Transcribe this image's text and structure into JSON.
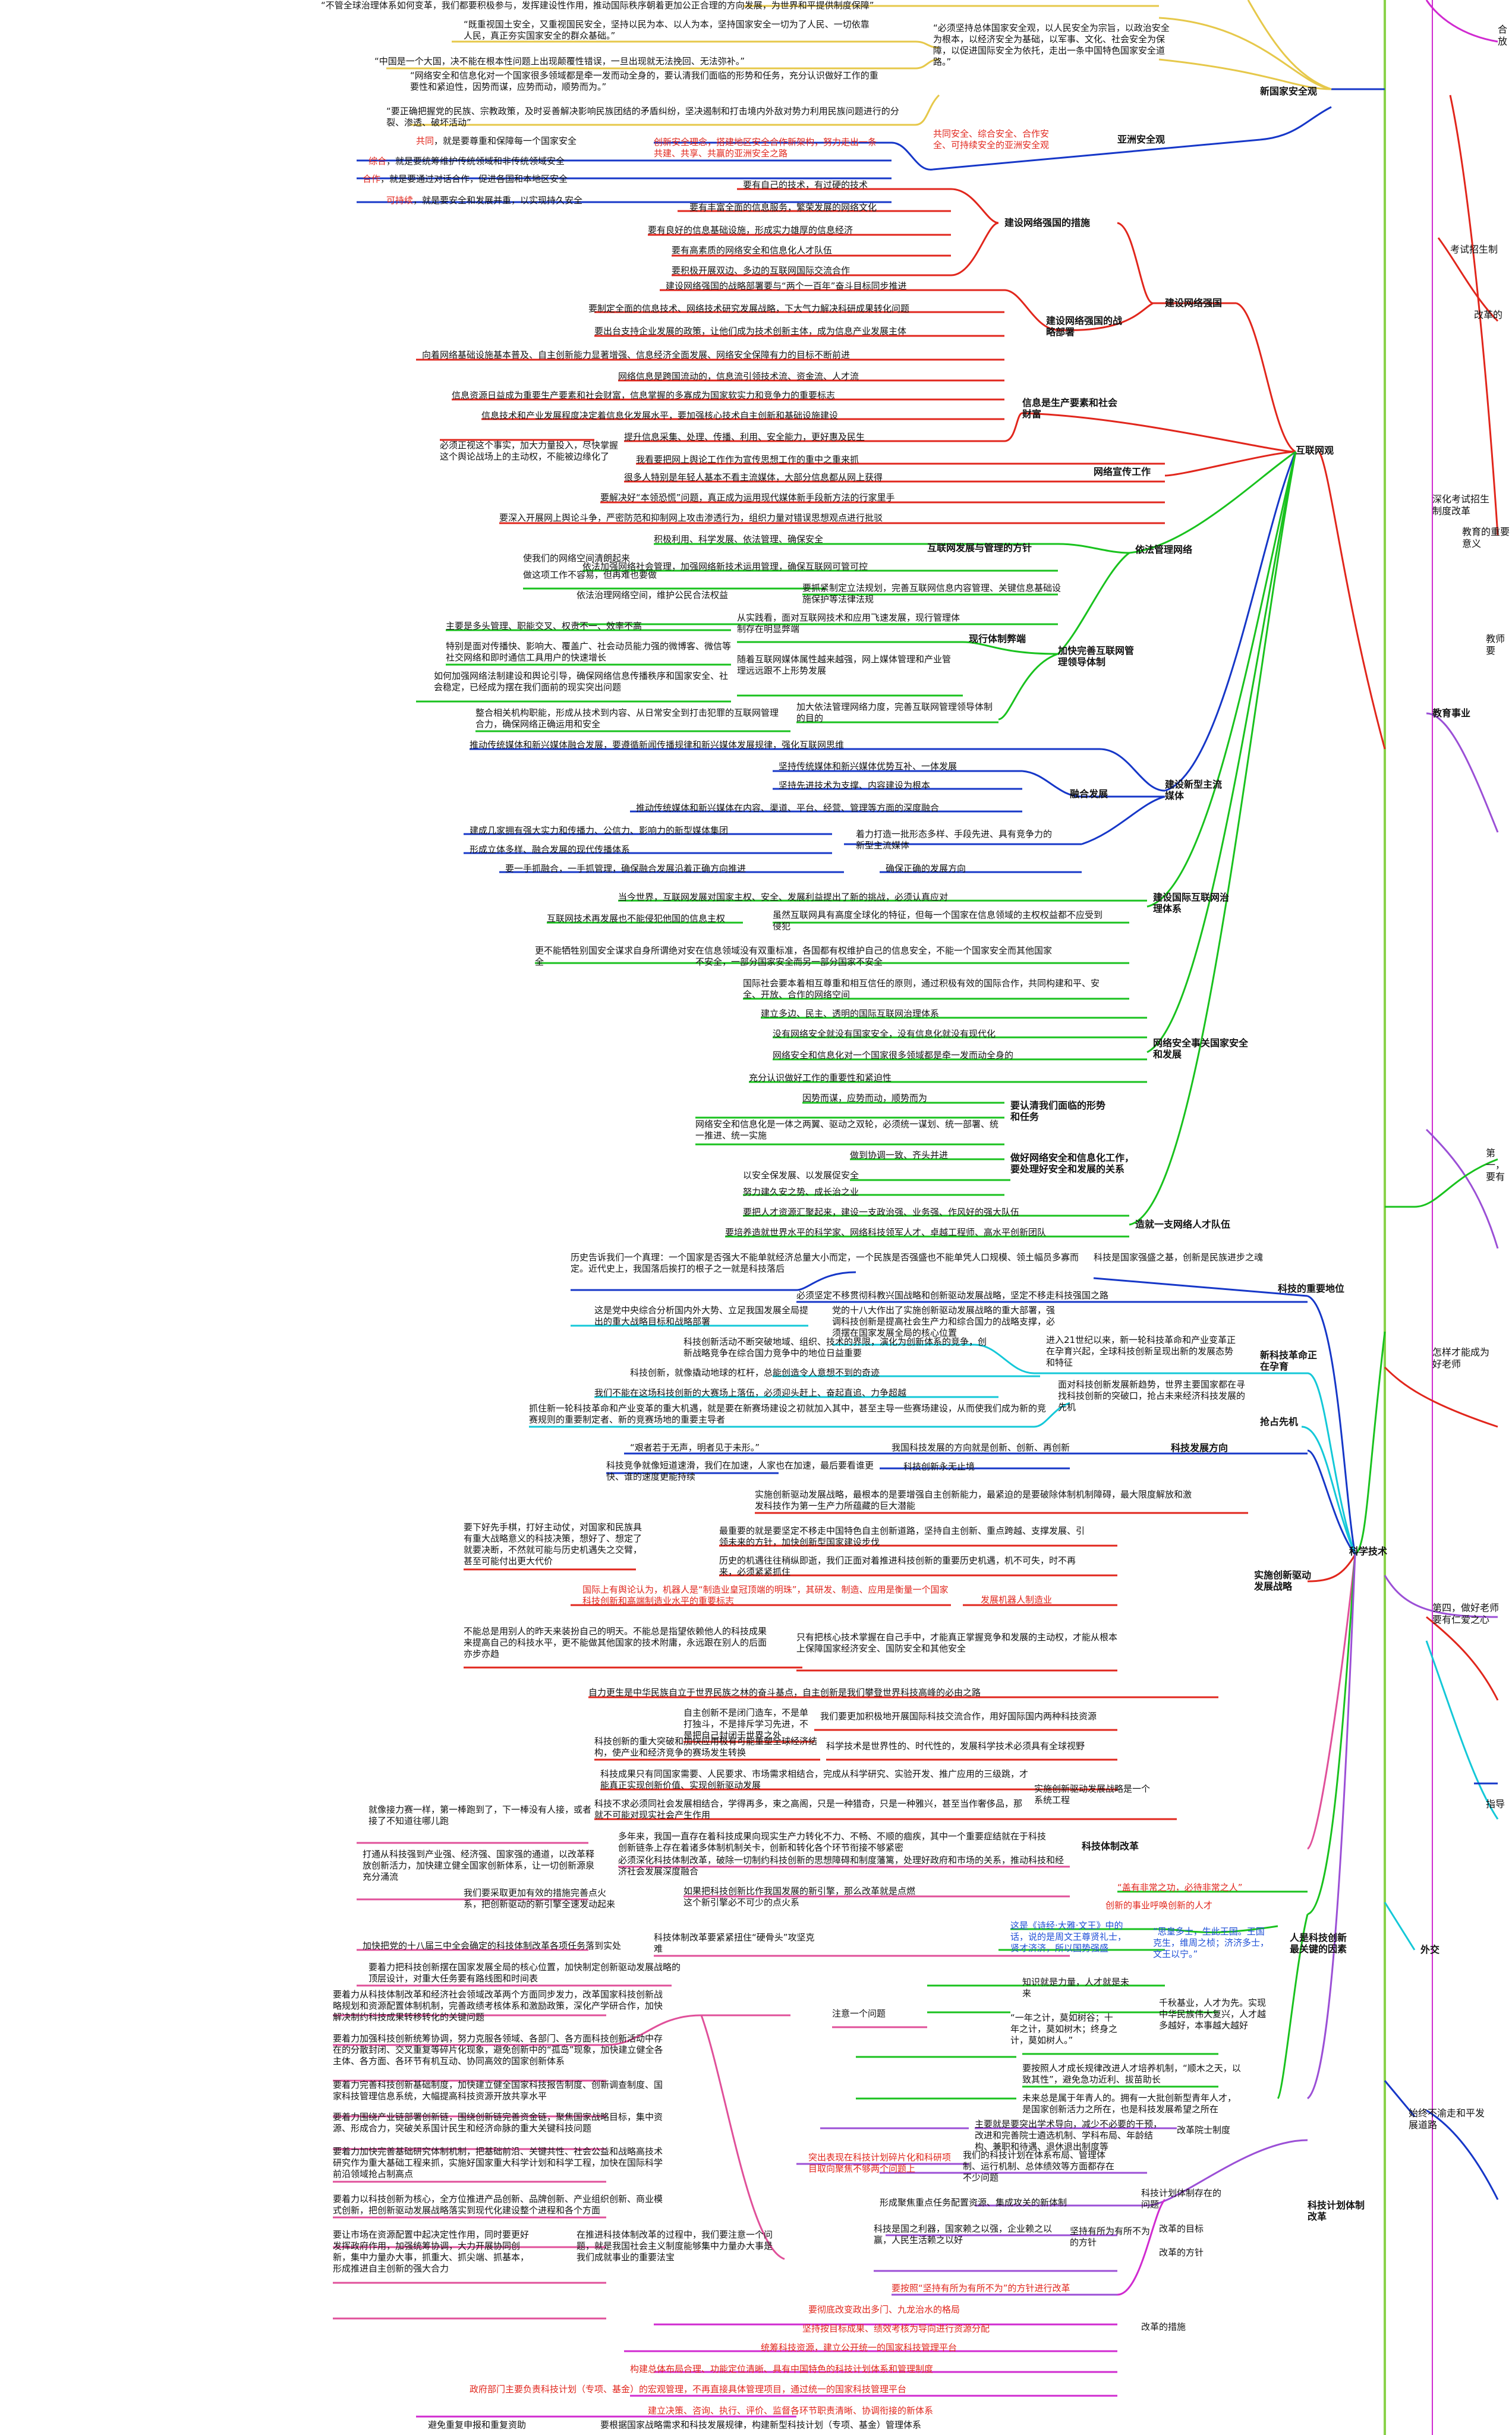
{
  "colors": {
    "red": "#e1261c",
    "green": "#19c21e",
    "blue": "#1637c8",
    "cyan": "#14c8d8",
    "gold": "#e6c84a",
    "purple": "#9b4fd6",
    "pink": "#e0509a",
    "magenta": "#d02ad0",
    "trunk": "#8ad24a"
  },
  "top": {
    "t1": "“不管全球治理体系如何变革，我们都要积极参与，发挥建设性作用，推动国际秩序朝着更加公正合理的方向发展，为世界和平提供制度保障”",
    "t2": "“既重视国土安全，又重视国民安全，坚持以民为本、以人为本，坚持国家安全一切为了人民、一切依靠人民，真正夯实国家安全的群众基础。”",
    "t3": "“必须坚持总体国家安全观，以人民安全为宗旨，以政治安全为根本，以经济安全为基础，以军事、文化、社会安全为保障，以促进国际安全为依托，走出一条中国特色国家安全道路。”",
    "t4": "“中国是一个大国，决不能在根本性问题上出现颠覆性错误，一旦出现就无法挽回、无法弥补。”",
    "t5": "“网络安全和信息化对一个国家很多领域都是牵一发而动全身的，要认清我们面临的形势和任务，充分认识做好工作的重要性和紧迫性，因势而谋，应势而动，顺势而为。”",
    "t6": "“要正确把握党的民族、宗教政策，及时妥善解决影响民族团结的矛盾纠纷，坚决遏制和打击境内外敌对势力利用民族问题进行的分裂、渗透、破坏活动”",
    "national_security": "新国家安全观",
    "asia1": "创新安全理念，搭建地区安全合作新架构，努力走出一条共建、共享、共赢的亚洲安全之路",
    "asia2": "共同安全、综合安全、合作安全、可持续安全的亚洲安全观",
    "asia_security": "亚洲安全观",
    "k1a": "共同",
    "k1b": "，就是要尊重和保障每一个国家安全",
    "k2a": "综合",
    "k2b": "，就是要统筹维护传统领域和非传统领域安全",
    "k3a": "合作",
    "k3b": "，就是要通过对话合作，促进各国和本地区安全",
    "k4a": "可持续",
    "k4b": "，就是要安全和发展并重，以实现持久安全"
  },
  "internet": {
    "label": "互联网观",
    "build": "建设网络强国",
    "measures": "建设网络强国的措施",
    "m1": "要有自己的技术，有过硬的技术",
    "m2": "要有丰富全面的信息服务，繁荣发展的网络文化",
    "m3": "要有良好的信息基础设施，形成实力雄厚的信息经济",
    "m4": "要有高素质的网络安全和信息化人才队伍",
    "m5": "要积极开展双边、多边的互联网国际交流合作",
    "strategy": "建设网络强国的战略部署",
    "s1": "建设网络强国的战略部署要与“两个一百年”奋斗目标同步推进",
    "s2": "要制定全面的信息技术、网络技术研究发展战略，下大气力解决科研成果转化问题",
    "s3": "要出台支持企业发展的政策，让他们成为技术创新主体，成为信息产业发展主体",
    "s4": "向着网络基础设施基本普及、自主创新能力显著增强、信息经济全面发展、网络安全保障有力的目标不断前进",
    "info": "信息是生产要素和社会财富",
    "i1": "网络信息是跨国流动的，信息流引领技术流、资金流、人才流",
    "i2": "信息资源日益成为重要生产要素和社会财富，信息掌握的多寡成为国家软实力和竞争力的重要标志",
    "i3": "信息技术和产业发展程度决定着信息化发展水平，要加强核心技术自主创新和基础设施建设",
    "i4": "提升信息采集、处理、传播、利用、安全能力，更好惠及民生",
    "propaganda": "网络宣传工作",
    "p0": "必须正视这个事实，加大力量投入，尽快掌握这个舆论战场上的主动权，不能被边缘化了",
    "p1": "我看要把网上舆论工作作为宣传思想工作的重中之重来抓",
    "p2": "很多人特别是年轻人基本不看主流媒体，大部分信息都从网上获得",
    "p3": "要解决好“本领恐慌”问题，真正成为运用现代媒体新手段新方法的行家里手",
    "p4": "要深入开展网上舆论斗争，严密防范和抑制网上攻击渗透行为，组织力量对错误思想观点进行批驳",
    "law": "依法管理网络",
    "l_dev": "互联网发展与管理的方针",
    "l1": "积极利用、科学发展、依法管理、确保安全",
    "l2": "依法加强网络社会管理，加强网络新技术运用管理，确保互联网可管可控",
    "l3": "使我们的网络空间清朗起来",
    "l4": "做这项工作不容易，但再难也要做",
    "l5": "要抓紧制定立法规划，完善互联网信息内容管理、关键信息基础设施保护等法律法规",
    "l6": "依法治理网络空间，维护公民合法权益",
    "l_improve": "加快完善互联网管理领导体制",
    "l_now": "现行体制弊端",
    "l7": "主要是多头管理、职能交叉、权责不一、效率不高",
    "l8": "从实践看，面对互联网技术和应用飞速发展，现行管理体制存在明显弊端",
    "l9": "特别是面对传播快、影响大、覆盖广、社会动员能力强的微博客、微信等社交网络和即时通信工具用户的快速增长",
    "l10": "如何加强网络法制建设和舆论引导，确保网络信息传播秩序和国家安全、社会稳定，已经成为摆在我们面前的现实突出问题",
    "l11": "随着互联网媒体属性越来越强，网上媒体管理和产业管理远远跟不上形势发展",
    "l12": "加大依法管理网络力度，完善互联网管理领导体制的目的",
    "l13": "整合相关机构职能，形成从技术到内容、从日常安全到打击犯罪的互联网管理合力，确保网络正确运用和安全",
    "media": "建设新型主流媒体",
    "md0": "推动传统媒体和新兴媒体融合发展，要遵循新闻传播规律和新兴媒体发展规律，强化互联网思维",
    "md1": "坚持传统媒体和新兴媒体优势互补、一体发展",
    "md2": "坚持先进技术为支撑、内容建设为根本",
    "md_fuse": "融合发展",
    "md3": "推动传统媒体和新兴媒体在内容、渠道、平台、经营、管理等方面的深度融合",
    "md4": "建成几家拥有强大实力和传播力、公信力、影响力的新型媒体集团",
    "md5": "形成立体多样、融合发展的现代传播体系",
    "md6": "着力打造一批形态多样、手段先进、具有竞争力的新型主流媒体",
    "md7": "要一手抓融合，一手抓管理，确保融合发展沿着正确方向推进",
    "md8": "确保正确的发展方向",
    "gov": "建设国际互联网治理体系",
    "g1": "当今世界，互联网发展对国家主权、安全、发展利益提出了新的挑战，必须认真应对",
    "g2": "互联网技术再发展也不能侵犯他国的信息主权",
    "g3": "虽然互联网具有高度全球化的特征，但每一个国家在信息领域的主权权益都不应受到侵犯",
    "g4": "更不能牺牲别国安全谋求自身所谓绝对安全",
    "g5": "在信息领域没有双重标准，各国都有权维护自己的信息安全，不能一个国家安全而其他国家不安全，一部分国家安全而另一部分国家不安全",
    "g6": "国际社会要本着相互尊重和相互信任的原则，通过积极有效的国际合作，共同构建和平、安全、开放、合作的网络空间",
    "g7": "建立多边、民主、透明的国际互联网治理体系",
    "sec": "网络安全事关国家安全和发展",
    "sc1": "没有网络安全就没有国家安全，没有信息化就没有现代化",
    "sc2": "网络安全和信息化对一个国家很多领域都是牵一发而动全身的",
    "sc3": "充分认识做好工作的重要性和紧迫性",
    "sc4": "要认清我们面临的形势和任务",
    "sc5": "因势而谋，应势而动，顺势而为",
    "sc6": "网络安全和信息化是一体之两翼、驱动之双轮，必须统一谋划、统一部署、统一推进、统一实施",
    "sc7": "做好网络安全和信息化工作，要处理好安全和发展的关系",
    "sc8": "做到协调一致、齐头并进",
    "sc9": "以安全保发展、以发展促安全",
    "sc10": "努力建久安之势、成长治之业",
    "talent": "造就一支网络人才队伍",
    "ta1": "要把人才资源汇聚起来，建设一支政治强、业务强、作风好的强大队伍",
    "ta2": "要培养造就世界水平的科学家、网络科技领军人才、卓越工程师、高水平创新团队"
  },
  "science": {
    "label": "科学技术",
    "position": "科技的重要地位",
    "sp1": "历史告诉我们一个真理：一个国家是否强大不能单就经济总量大小而定，一个民族是否强盛也不能单凭人口规模、领土幅员多寡而定。近代史上，我国落后挨打的根子之一就是科技落后",
    "sp2": "科技是国家强盛之基，创新是民族进步之魂",
    "sp3": "必须坚定不移贯彻科教兴国战略和创新驱动发展战略，坚定不移走科技强国之路",
    "rev": "新科技革命正在孕育",
    "sr1": "这是党中央综合分析国内外大势、立足我国发展全局提出的重大战略目标和战略部署",
    "sr2": "党的十八大作出了实施创新驱动发展战略的重大部署，强调科技创新是提高社会生产力和综合国力的战略支撑，必须摆在国家发展全局的核心位置",
    "sr3": "科技创新活动不断突破地域、组织、技术的界限，演化为创新体系的竞争，创新战略竞争在综合国力竞争中的地位日益重要",
    "sr4": "进入21世纪以来，新一轮科技革命和产业变革正在孕育兴起，全球科技创新呈现出新的发展态势和特征",
    "sr5": "科技创新，就像撬动地球的杠杆，总能创造令人意想不到的奇迹",
    "seize": "抢占先机",
    "ss1": "我们不能在这场科技创新的大赛场上落伍，必须迎头赶上、奋起直追、力争超越",
    "ss2": "抓住新一轮科技革命和产业变革的重大机遇，就是要在新赛场建设之初就加入其中，甚至主导一些赛场建设，从而使我们成为新的竞赛规则的重要制定者、新的竞赛场地的重要主导者",
    "ss3": "面对科技创新发展新趋势，世界主要国家都在寻找科技创新的突破口，抢占未来经济科技发展的先机",
    "dir": "科技发展方向",
    "sd1": "“艰者若于无声，明者见于未形。”",
    "sd2": "我国科技发展的方向就是创新、创新、再创新",
    "sd3": "科技竞争就像短道速滑，我们在加速，人家也在加速，最后要看谁更快、谁的速度更能持续",
    "sd4": "科技创新永无止境",
    "drive": "实施创新驱动发展战略",
    "sv1": "实施创新驱动发展战略，最根本的是要增强自主创新能力，最紧迫的是要破除体制机制障碍，最大限度解放和激发科技作为第一生产力所蕴藏的巨大潜能",
    "sv2": "要下好先手棋，打好主动仗，对国家和民族具有重大战略意义的科技决策，想好了、想定了就要决断，不然就可能与历史机遇失之交臂，甚至可能付出更大代价",
    "sv3": "最重要的就是要坚定不移走中国特色自主创新道路，坚持自主创新、重点跨越、支撑发展、引领未来的方针，加快创新型国家建设步伐",
    "sv4": "历史的机遇往往稍纵即逝，我们正面对着推进科技创新的重要历史机遇，机不可失，时不再来，必须紧紧抓住",
    "robot1": "国际上有舆论认为，机器人是“制造业皇冠顶端的明珠”，其研发、制造、应用是衡量一个国家科技创新和高端制造业水平的重要标志",
    "robot2": "发展机器人制造业",
    "sv5": "不能总是用别人的昨天来装扮自己的明天。不能总是指望依赖他人的科技成果来提高自己的科技水平，更不能做其他国家的技术附庸，永远跟在别人的后面亦步亦趋",
    "sv6": "只有把核心技术掌握在自己手中，才能真正掌握竞争和发展的主动权，才能从根本上保障国家经济安全、国防安全和其他安全",
    "sv7": "自力更生是中华民族自立于世界民族之林的奋斗基点，自主创新是我们攀登世界科技高峰的必由之路",
    "sv8": "自主创新不是闭门造车，不是单打独斗，不是排斥学习先进，不是把自己封闭于世界之外",
    "sv9": "我们要更加积极地开展国际科技交流合作，用好国际国内两种科技资源",
    "sv10": "科技创新的重大突破和加快应用极有可能重塑全球经济结构，使产业和经济竞争的赛场发生转换",
    "sv11": "科学技术是世界性的、时代性的，发展科学技术必须具有全球视野",
    "sys": "实施创新驱动发展战略是一个系统工程",
    "sy1": "科技成果只有同国家需要、人民要求、市场需求相结合，完成从科学研究、实验开发、推广应用的三级跳，才能真正实现创新价值、实现创新驱动发展",
    "sy2": "科技不求必须同社会发展相结合，学得再多，束之高阁，只是一种猎奇，只是一种雅兴，甚至当作奢侈品，那就不可能对现实社会产生作用",
    "sy3": "就像接力赛一样，第一棒跑到了，下一棒没有人接，或者接了不知道往哪儿跑",
    "sy4": "多年来，我国一直存在着科技成果向现实生产力转化不力、不畅、不顺的痼疾，其中一个重要症结就在于科技创新链条上存在着诸多体制机制关卡，创新和转化各个环节衔接不够紧密",
    "reform": "科技体制改革",
    "rf1": "打通从科技强到产业强、经济强、国家强的通道，以改革释放创新活力，加快建立健全国家创新体系，让一切创新源泉充分涌流",
    "rf2": "必须深化科技体制改革，破除一切制约科技创新的思想障碍和制度藩篱，处理好政府和市场的关系，推动科技和经济社会发展深度融合",
    "rf3": "如果把科技创新比作我国发展的新引擎，那么改革就是点燃这个新引擎必不可少的点火系",
    "rf4": "我们要采取更加有效的措施完善点火系，把创新驱动的新引擎全速发动起来",
    "rf_break": "科技体制改革要紧紧扭住“硬骨头”攻坚克难",
    "rf5": "加快把党的十八届三中全会确定的科技体制改革各项任务落到实处",
    "rf_note": "注意一个问题",
    "rf6": "要着力把科技创新摆在国家发展全局的核心位置，加快制定创新驱动发展战略的顶层设计，对重大任务要有路线图和时间表",
    "rf7": "要着力从科技体制改革和经济社会领域改革两个方面同步发力，改革国家科技创新战略规划和资源配置体制机制，完善政绩考核体系和激励政策，深化产学研合作，加快解决制约科技成果转移转化的关键问题",
    "rf8": "要着力加强科技创新统筹协调，努力克服各领域、各部门、各方面科技创新活动中存在的分散封闭、交叉重复等碎片化现象，避免创新中的“孤岛”现象，加快建立健全各主体、各方面、各环节有机互动、协同高效的国家创新体系",
    "rf9": "要着力完善科技创新基础制度，加快建立健全国家科技报告制度、创新调查制度、国家科技管理信息系统，大幅提高科技资源开放共享水平",
    "rf10": "要着力围绕产业链部署创新链，围绕创新链完善资金链，聚焦国家战略目标，集中资源、形成合力，突破关系国计民生和经济命脉的重大关键科技问题",
    "rf11": "要着力加快完善基础研究体制机制，把基础前沿、关键共性、社会公益和战略高技术研究作为重大基础工程来抓，实施好国家重大科学计划和科学工程，加快在国际科学前沿领域抢占制高点",
    "rf12": "要着力以科技创新为核心，全方位推进产品创新、品牌创新、产业组织创新、商业模式创新，把创新驱动发展战略落实到现代化建设整个进程和各个方面",
    "rf13": "要让市场在资源配置中起决定性作用，同时要更好发挥政府作用，加强统筹协调，大力开展协同创新，集中力量办大事，抓重大、抓尖端、抓基本，形成推进自主创新的强大合力",
    "rf14": "在推进科技体制改革的过程中，我们要注意一个问题，就是我国社会主义制度能够集中力量办大事是我们成就事业的重要法宝",
    "people": "人是科技创新最关键的因素",
    "pp1": "“盖有非常之功，必待非常之人”",
    "pp2": "创新的事业呼唤创新的人才",
    "pp3": "这是《诗经·大雅·文王》中的话，说的是周文王尊贤礼士，贤才济济，所以国势强盛",
    "pp4": "“思皇多士，生此王国。王国克生，维周之桢；济济多士，文王以宁。”",
    "pp5": "知识就是力量，人才就是未来",
    "pp6": "“一年之计，莫如树谷；十年之计，莫如树木；终身之计，莫如树人。”",
    "pp7": "千秋基业，人才为先。实现中华民族伟大复兴，人才越多越好，本事越大越好",
    "pp8": "要按照人才成长规律改进人才培养机制，“顺木之天，以致其性”，避免急功近利、拔苗助长",
    "pp9": "未来总是属于年青人的。拥有一大批创新型青年人才，是国家创新活力之所在，也是科技发展希望之所在",
    "pp10": "改革院士制度",
    "pp11": "主要就是要突出学术导向，减少不必要的干预，改进和完善院士遴选机制、学科布局、年龄结构、兼职和待遇、退休退出制度等",
    "plan": "科技计划体制改革",
    "pl_exist": "科技计划体制存在的问题",
    "pl1": "突出表现在科技计划碎片化和科研项目取向聚焦不够两个问题上",
    "pl2": "我们的科技计划在体系布局、管理体制、运行机制、总体绩效等方面都存在不少问题",
    "pl3": "形成聚焦重点任务配置资源、集成攻关的新体制",
    "pl_goal": "改革的目标",
    "pl4": "科技是国之利器，国家赖之以强，企业赖之以赢，人民生活赖之以好",
    "pl5": "坚持有所为有所不为的方针",
    "pl_way": "改革的方针",
    "pl_meas": "改革的措施",
    "pl6": "要按照“坚持有所为有所不为”的方针进行改革",
    "pl7": "要彻底改变政出多门、九龙治水的格局",
    "pl8": "坚持按目标成果、绩效考核为导向进行资源分配",
    "pl9": "统筹科技资源，建立公开统一的国家科技管理平台",
    "pl10": "构建总体布局合理、功能定位清晰、具有中国特色的科技计划体系和管理制度",
    "pl11": "政府部门主要负责科技计划（专项、基金）的宏观管理，不再直接具体管理项目，通过统一的国家科技管理平台",
    "pl12": "建立决策、咨询、执行、评价、监督各环节职责清晰、协调衔接的新体系",
    "pl13": "要根据国家战略需求和科技发展规律，构建新型科技计划（专项、基金）管理体系",
    "pl14": "避免重复申报和重复资助"
  },
  "right": {
    "edu_exam": "考试招生制",
    "edu_reform": "改革的",
    "edu_deepen": "深化考试招生制度改革",
    "edu_meaning": "教育的重要意义",
    "edu_teach": "教师要",
    "edu": "教育事业",
    "edu_first": "第一，要有",
    "edu_good": "怎样才能成为好老师",
    "edu_fourth": "第四，做好老师要有仁爱之心",
    "guide": "指导",
    "diplomacy": "外交",
    "peace": "始终不渝走和平发展道路",
    "hhd": "合\n放"
  }
}
